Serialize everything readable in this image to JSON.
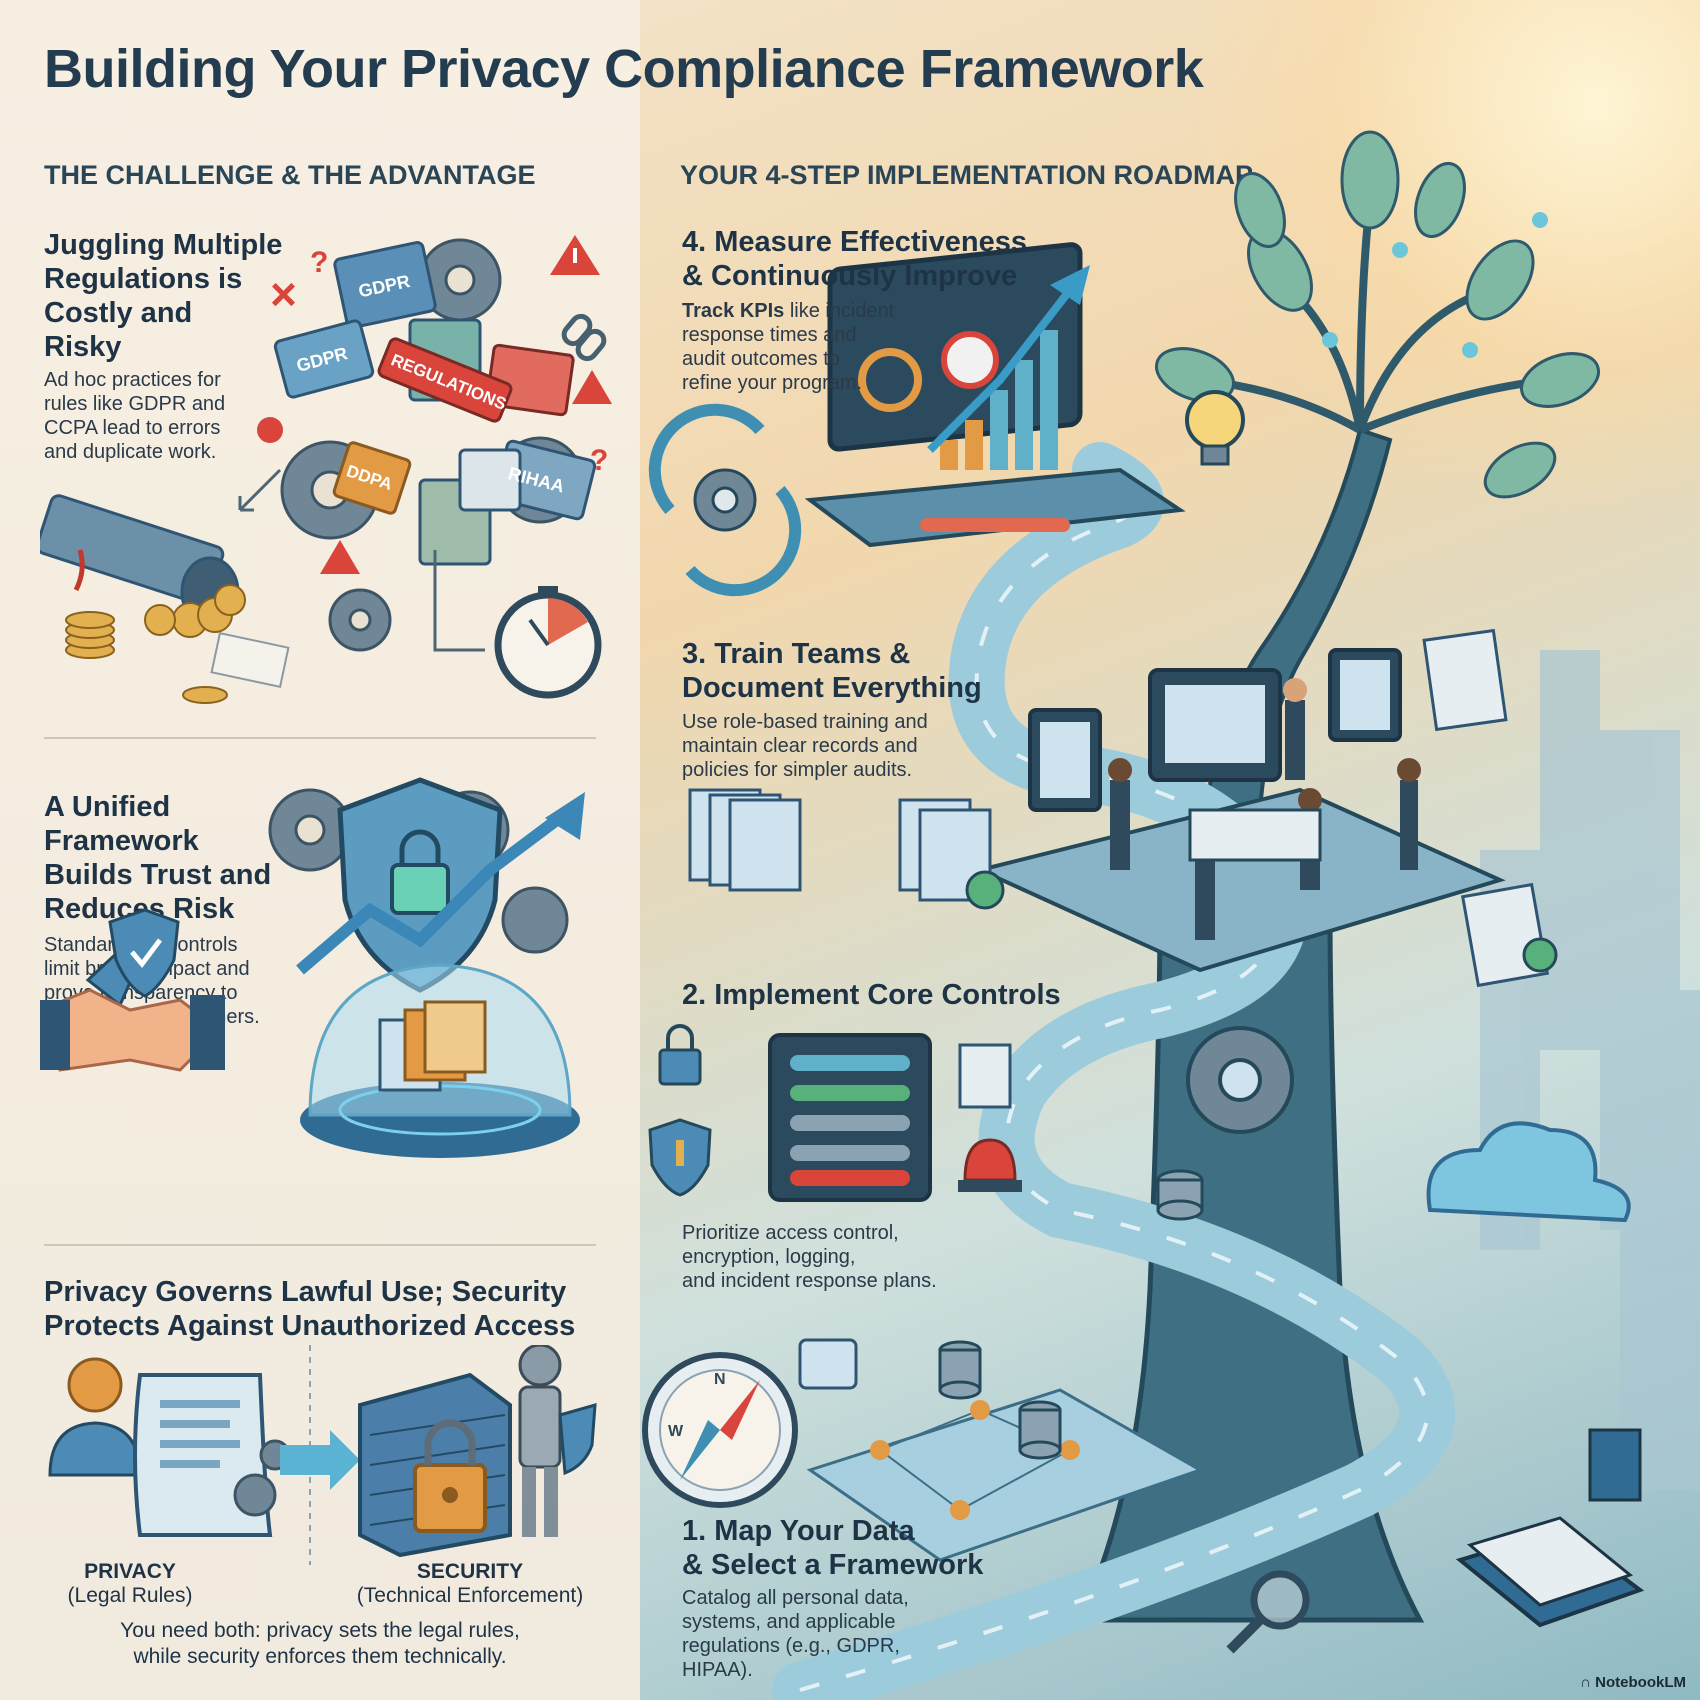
{
  "title": "Building Your Privacy Compliance Framework",
  "left": {
    "heading": "THE CHALLENGE & THE ADVANTAGE",
    "block1": {
      "title_lines": [
        "Juggling Multiple",
        "Regulations is",
        "Costly and",
        "Risky"
      ],
      "body_lines": [
        "Ad hoc practices for",
        "rules like GDPR and",
        "CCPA lead to errors",
        "and duplicate work."
      ],
      "tags": [
        "GDPR",
        "GDPR",
        "REGULATIONS",
        "RIHAA",
        "DDPA"
      ]
    },
    "block2": {
      "title_lines": [
        "A Unified",
        "Framework",
        "Builds Trust and",
        "Reduces Risk"
      ],
      "body_lines": [
        "Standardized controls",
        "limit breach impact and",
        "prove transparency to",
        "customers and partners."
      ]
    },
    "block3": {
      "title_lines": [
        "Privacy Governs Lawful Use; Security",
        "Protects Against Unauthorized Access"
      ],
      "privacy_label": "PRIVACY",
      "privacy_sub": "(Legal Rules)",
      "security_label": "SECURITY",
      "security_sub": "(Technical Enforcement)",
      "footer_lines": [
        "You need both: privacy sets the legal rules,",
        "while security enforces them technically."
      ]
    }
  },
  "right": {
    "heading": "YOUR 4-STEP IMPLEMENTATION ROADMAP",
    "step4": {
      "title_lines": [
        "4. Measure Effectiveness",
        "& Continuously Improve"
      ],
      "body_bold": "Track KPIs",
      "body_lines": [
        " like incident",
        "response times and",
        "audit outcomes to",
        "refine your program."
      ]
    },
    "step3": {
      "title_lines": [
        "3. Train Teams &",
        "Document Everything"
      ],
      "body_lines": [
        "Use role-based training and",
        "maintain clear records and",
        "policies for simpler audits."
      ]
    },
    "step2": {
      "title_lines": [
        "2. Implement Core Controls"
      ],
      "body_lines": [
        "Prioritize access control,",
        "encryption, logging,",
        "and incident response plans."
      ]
    },
    "step1": {
      "title_lines": [
        "1. Map Your Data",
        "& Select a Framework"
      ],
      "body_lines": [
        "Catalog all personal data,",
        "systems, and applicable",
        "regulations (e.g., GDPR,",
        "HIPAA)."
      ]
    },
    "compass_letters": [
      "N",
      "W"
    ]
  },
  "brand": "NotebookLM",
  "colors": {
    "title": "#233c4f",
    "accent_blue": "#3f8fb3",
    "accent_orange": "#e39a45",
    "alert_red": "#d9443b"
  },
  "icons": [
    "gear-icon",
    "warning-icon",
    "question-icon",
    "chain-link-icon",
    "stopwatch-icon",
    "coins-icon",
    "pipe-icon",
    "shield-lock-icon",
    "growth-arrow-icon",
    "handshake-icon",
    "glass-dome-icon",
    "person-icon",
    "scroll-icon",
    "brick-wall-icon",
    "padlock-icon",
    "knight-icon",
    "cycle-arrows-icon",
    "dashboard-icon",
    "lightbulb-icon",
    "tree-icon",
    "document-stack-icon",
    "checkmark-icon",
    "control-panel-icon",
    "alarm-icon",
    "compass-icon",
    "network-map-icon",
    "database-icon",
    "cloud-lock-icon",
    "magnifier-icon",
    "book-icon"
  ]
}
